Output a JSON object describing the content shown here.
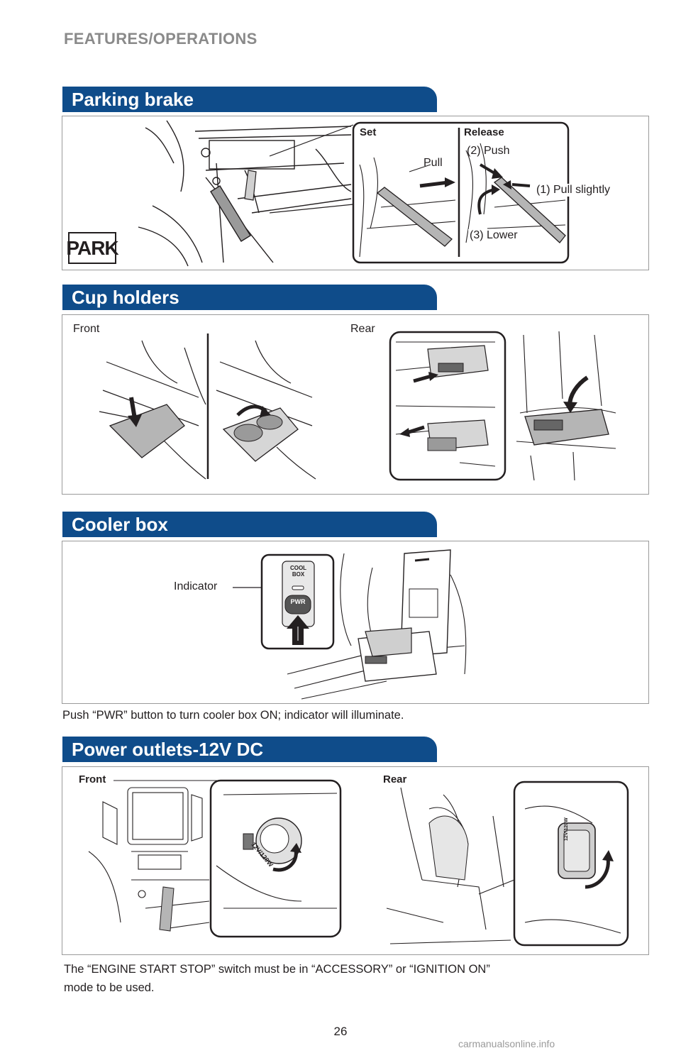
{
  "header": {
    "section": "FEATURES/OPERATIONS"
  },
  "parking_brake": {
    "title": "Parking brake",
    "park_indicator": "PARK",
    "set_label": "Set",
    "release_label": "Release",
    "pull": "Pull",
    "push": "(2) Push",
    "pull_slightly": "(1) Pull slightly",
    "lower": "(3) Lower"
  },
  "cup_holders": {
    "title": "Cup holders",
    "front": "Front",
    "rear": "Rear"
  },
  "cooler_box": {
    "title": "Cooler box",
    "indicator": "Indicator",
    "button_label": "PWR",
    "switch_label_line1": "COOL",
    "switch_label_line2": "BOX",
    "caption": "Push “PWR” button to turn cooler box ON; indicator will illuminate."
  },
  "power_outlets": {
    "title": "Power outlets-12V DC",
    "front": "Front",
    "rear": "Rear",
    "outlet_rating": "12V/120W",
    "caption_line1": "The “ENGINE START STOP” switch must be in “ACCESSORY” or “IGNITION ON”",
    "caption_line2": "mode to be used."
  },
  "page_number": "26",
  "watermark": "carmanualsonline.info"
}
